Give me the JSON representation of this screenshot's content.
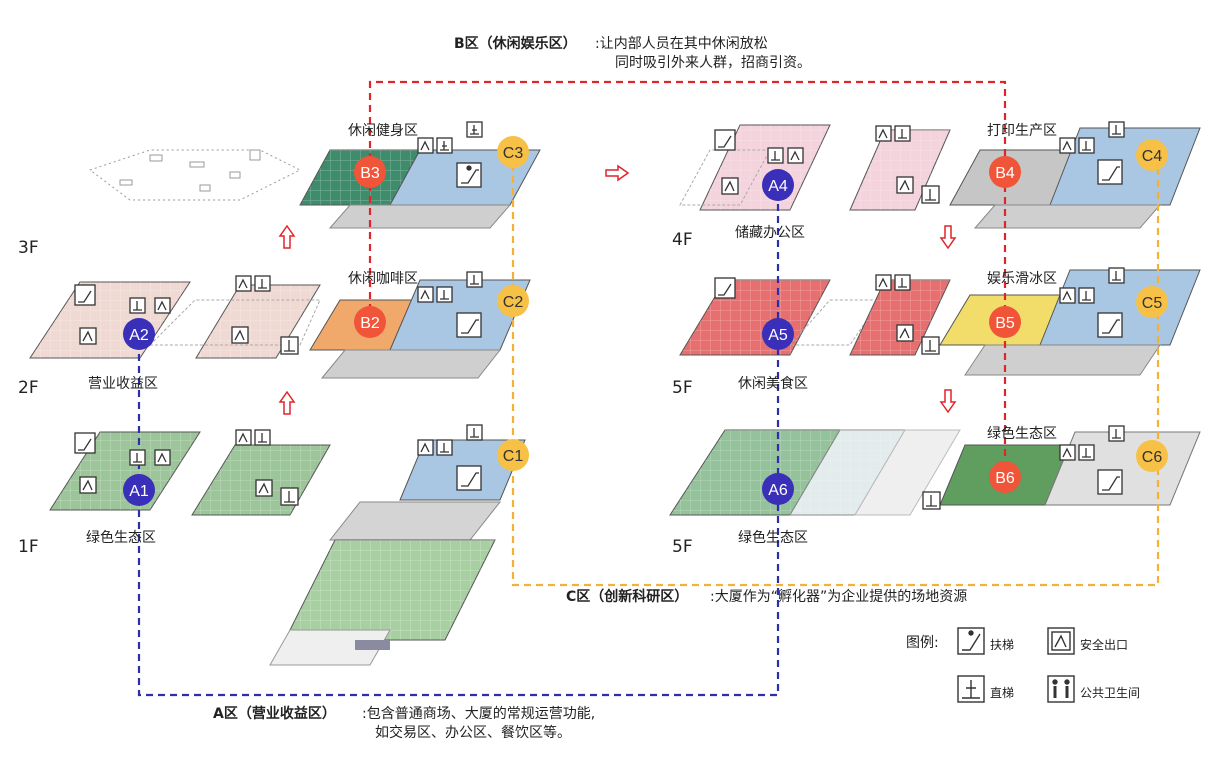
{
  "zones": {
    "b": {
      "title": "B区（休闲娱乐区）",
      "desc1": ":让内部人员在其中休闲放松",
      "desc2": "同时吸引外来人群，招商引资。"
    },
    "c": {
      "title": "C区（创新科研区）",
      "desc": ":大厦作为“孵化器”为企业提供的场地资源"
    },
    "a": {
      "title": "A区（营业收益区）",
      "desc1": ":包含普通商场、大厦的常规运营功能,",
      "desc2": "如交易区、办公区、餐饮区等。"
    }
  },
  "floor_labels": {
    "left_3f": "3F",
    "left_2f": "2F",
    "left_1f": "1F",
    "right_4f": "4F",
    "right_5f_top": "5F",
    "right_5f_bottom": "5F"
  },
  "area_labels": {
    "xiuxian_jianshen": "休闲健身区",
    "xiuxian_kafei": "休闲咖啡区",
    "yingye_shouyi": "营业收益区",
    "lvse_left": "绿色生态区",
    "dayin_shengchan": "打印生产区",
    "chucang_bangong": "储藏办公区",
    "yule_huabing": "娱乐滑冰区",
    "xiuxian_meishi": "休闲美食区",
    "lvse_right_top": "绿色生态区",
    "lvse_right_bottom": "绿色生态区"
  },
  "nodes": {
    "a1": "A1",
    "a2": "A2",
    "a4": "A4",
    "a5": "A5",
    "a6": "A6",
    "b2": "B2",
    "b3": "B3",
    "b4": "B4",
    "b5": "B5",
    "b6": "B6",
    "c1": "C1",
    "c2": "C2",
    "c3": "C3",
    "c4": "C4",
    "c5": "C5",
    "c6": "C6"
  },
  "legend": {
    "title": "图例:",
    "escalator": "扶梯",
    "exit": "安全出口",
    "elevator": "直梯",
    "toilet": "公共卫生间"
  },
  "colors": {
    "a_node": "#3a2fb8",
    "b_node": "#f0553a",
    "c_node": "#f6c146",
    "a_line": "#2e2ea8",
    "b_line": "#e0242a",
    "c_line": "#f2b13a"
  }
}
